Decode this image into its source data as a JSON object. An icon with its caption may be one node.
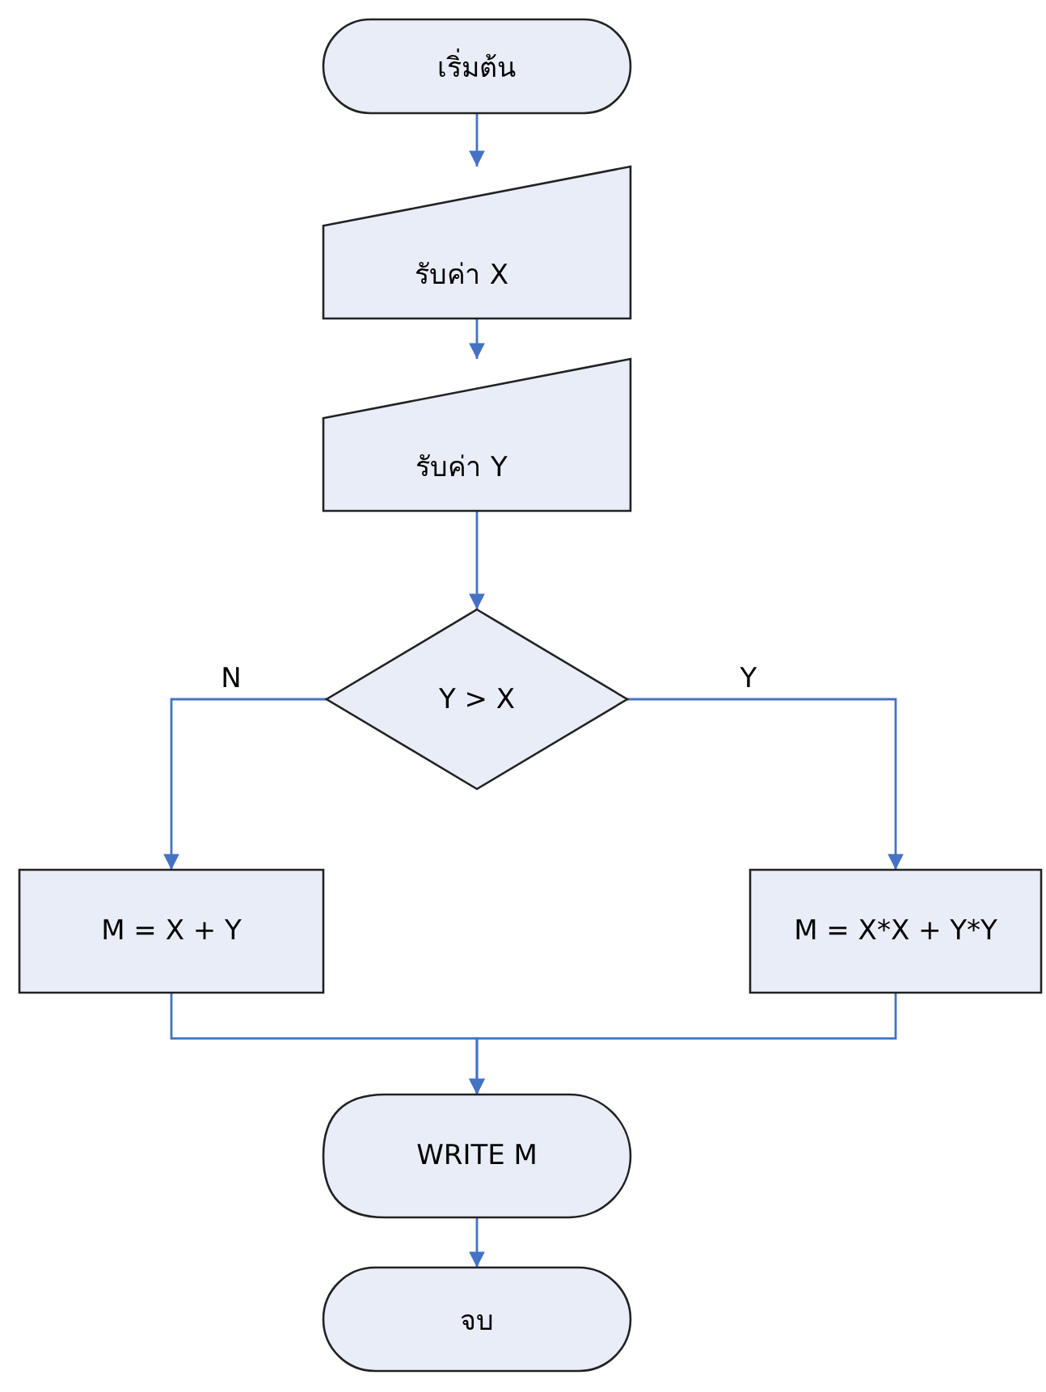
{
  "diagram": {
    "nodes": [
      {
        "text": [
          "เริ่มต้น"
        ]
      },
      {
        "text": [
          "รับค่า X"
        ]
      },
      {
        "text": [
          "รับค่า Y"
        ]
      },
      {
        "text": [
          "Y > X"
        ]
      },
      {
        "text": [
          "M = X + Y"
        ]
      },
      {
        "text": [
          "M = X*X + Y*Y"
        ]
      },
      {
        "text": [
          "WRITE  M"
        ]
      },
      {
        "text": [
          "จบ"
        ]
      }
    ],
    "edges": [
      {
        "from": 0,
        "to": 1,
        "arrow": "to"
      },
      {
        "from": 1,
        "to": 2,
        "arrow": "to"
      },
      {
        "from": 2,
        "to": 3,
        "arrow": "to"
      },
      {
        "from": 3,
        "to": 4,
        "arrow": "to",
        "label": "N"
      },
      {
        "from": 3,
        "to": 5,
        "arrow": "to",
        "label": "Y"
      },
      {
        "from": 4,
        "to": 6,
        "arrow": "to"
      },
      {
        "from": 5,
        "to": 6,
        "arrow": "to"
      },
      {
        "from": 6,
        "to": 7,
        "arrow": "to"
      }
    ]
  }
}
